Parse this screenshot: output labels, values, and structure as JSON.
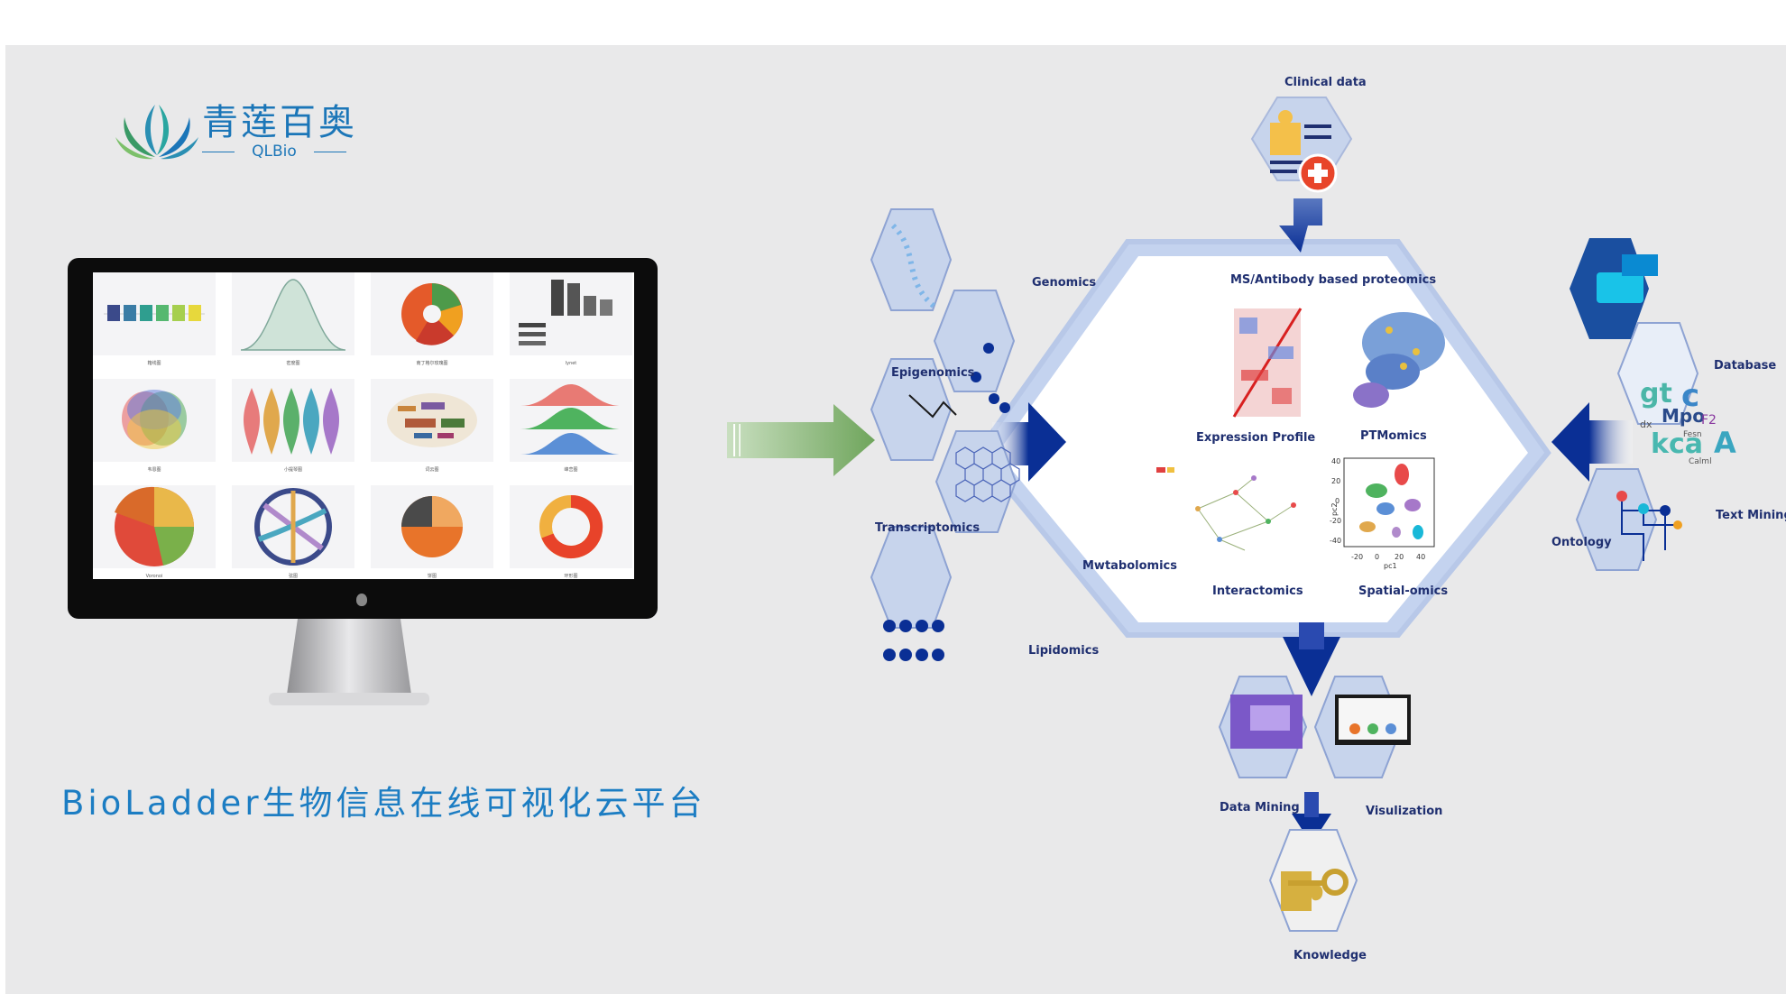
{
  "brand": {
    "name_cn": "青莲百奥",
    "name_en": "QLBio"
  },
  "headline": "BioLadder生物信息在线可视化云平台",
  "colors": {
    "brand_blue": "#1b76b8",
    "headline_blue": "#1c7dc3",
    "diagram_navy": "#0a2f95",
    "arrow_green": "#7fb06f",
    "hex_fill": "#c7d4ec"
  },
  "dashboard": {
    "captions": [
      "箱线图",
      "密度图",
      "南丁格尔玫瑰图",
      "lynet",
      "韦恩图",
      "小提琴图",
      "词云图",
      "峰峦图",
      "Voronoi",
      "弦图",
      "饼图",
      "环形图"
    ]
  },
  "diagram": {
    "center_title": "MS/Antibody based proteomics",
    "center_items": [
      "Expression Profile",
      "PTMomics",
      "Interactomics",
      "Spatial-omics"
    ],
    "scatter_axis": {
      "x_ticks": [
        "-20",
        "0",
        "20",
        "40"
      ],
      "x_label": "pc1",
      "y_ticks": [
        "40",
        "20",
        "0",
        "-20",
        "-40"
      ],
      "y_label": "pc2"
    },
    "top_input": "Clinical data",
    "left_inputs": [
      "Genomics",
      "Epigenomics",
      "Transcriptomics",
      "Mwtabolomics",
      "Lipidomics"
    ],
    "right_inputs": [
      "Database",
      "Text Mining",
      "Ontology"
    ],
    "word_cloud": [
      "gt",
      "c",
      "Mpo",
      "F2",
      "kca",
      "A",
      "Fesn",
      "Calml",
      "dx"
    ],
    "outputs": [
      "Data Mining",
      "Visulization"
    ],
    "final_output": "Knowledge"
  }
}
